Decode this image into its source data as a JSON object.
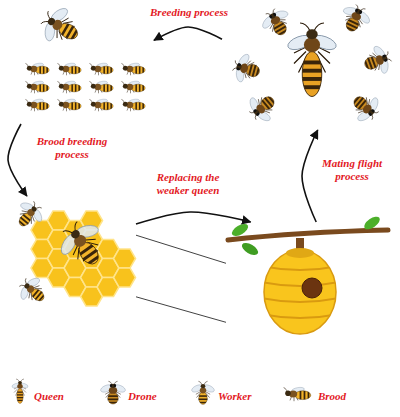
{
  "diagram": {
    "nodes": [
      {
        "text": []
      },
      {
        "text": []
      },
      {
        "text": []
      },
      {
        "text": []
      }
    ],
    "edges": [
      {
        "from": 0,
        "to": 1,
        "label": "Breeding process",
        "arrow": "to"
      },
      {
        "from": 1,
        "to": 2,
        "label": "Brood breeding process",
        "arrow": "to"
      },
      {
        "from": 2,
        "to": 3,
        "label": "Replacing the weaker queen",
        "arrow": "to"
      },
      {
        "from": 3,
        "to": 0,
        "label": "Mating flight process",
        "arrow": "to"
      },
      {
        "from": 2,
        "to": 3,
        "arrow": "none"
      },
      {
        "from": 2,
        "to": 3,
        "arrow": "none"
      }
    ],
    "legend": [
      {
        "text": "Queen"
      },
      {
        "text": "Drone"
      },
      {
        "text": "Worker"
      },
      {
        "text": "Brood"
      }
    ]
  }
}
